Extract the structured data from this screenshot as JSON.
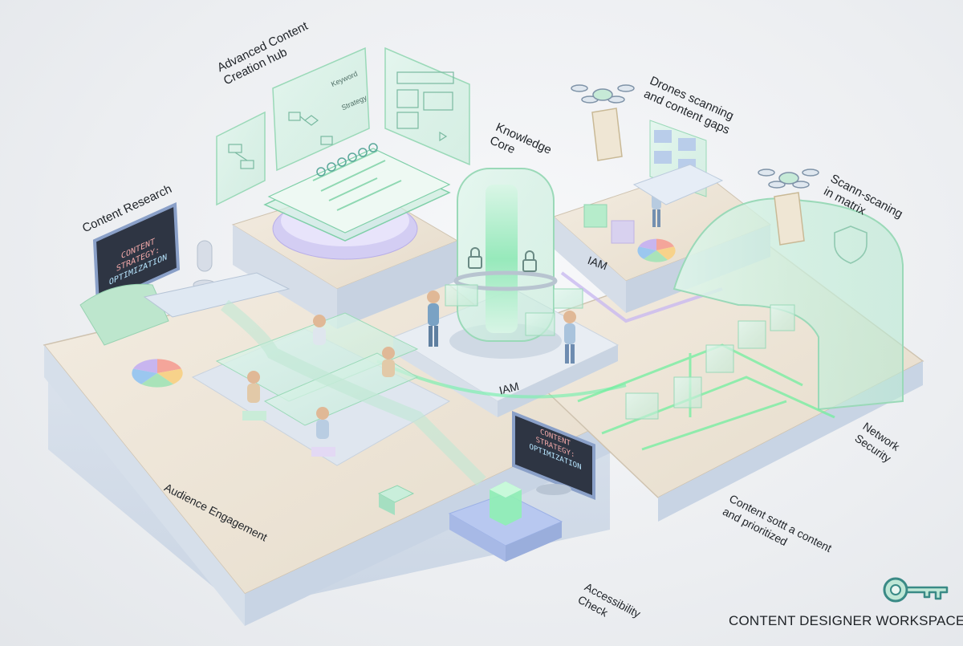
{
  "labels": {
    "advanced_hub": "Advanced Content\nCreation hub",
    "content_research": "Content Research",
    "knowledge_core": "Knowledge\nCore",
    "drones": "Drones scanning\nand content gaps",
    "scan_matrix": "Scann-scaning\nin matrix",
    "iam_top": "IAM",
    "iam_center": "IAM",
    "network_security": "Network\nSecurity",
    "audience_engagement": "Audience Engagement",
    "content_sort": "Content sottt a content\nand prioritized",
    "accessibility": "Accessibility\nCheck"
  },
  "monitor_left": {
    "line1": "CONTENT STRATEGY:",
    "line2": "OPTIMIZATION"
  },
  "monitor_right": {
    "line1": "CONTENT STRATEGY:",
    "line2": "OPTIMIZATION"
  },
  "hub_panel": {
    "item1": "Keyword",
    "item2": "Strategy"
  },
  "footer": {
    "title": "CONTENT DESIGNER WORKSPACE",
    "icon": "key-icon"
  },
  "colors": {
    "mint": "#a8e6c6",
    "glow": "#6fe0a0",
    "lavender": "#c9c3ee",
    "base": "#ede4d6",
    "outline": "#3a8a86"
  }
}
